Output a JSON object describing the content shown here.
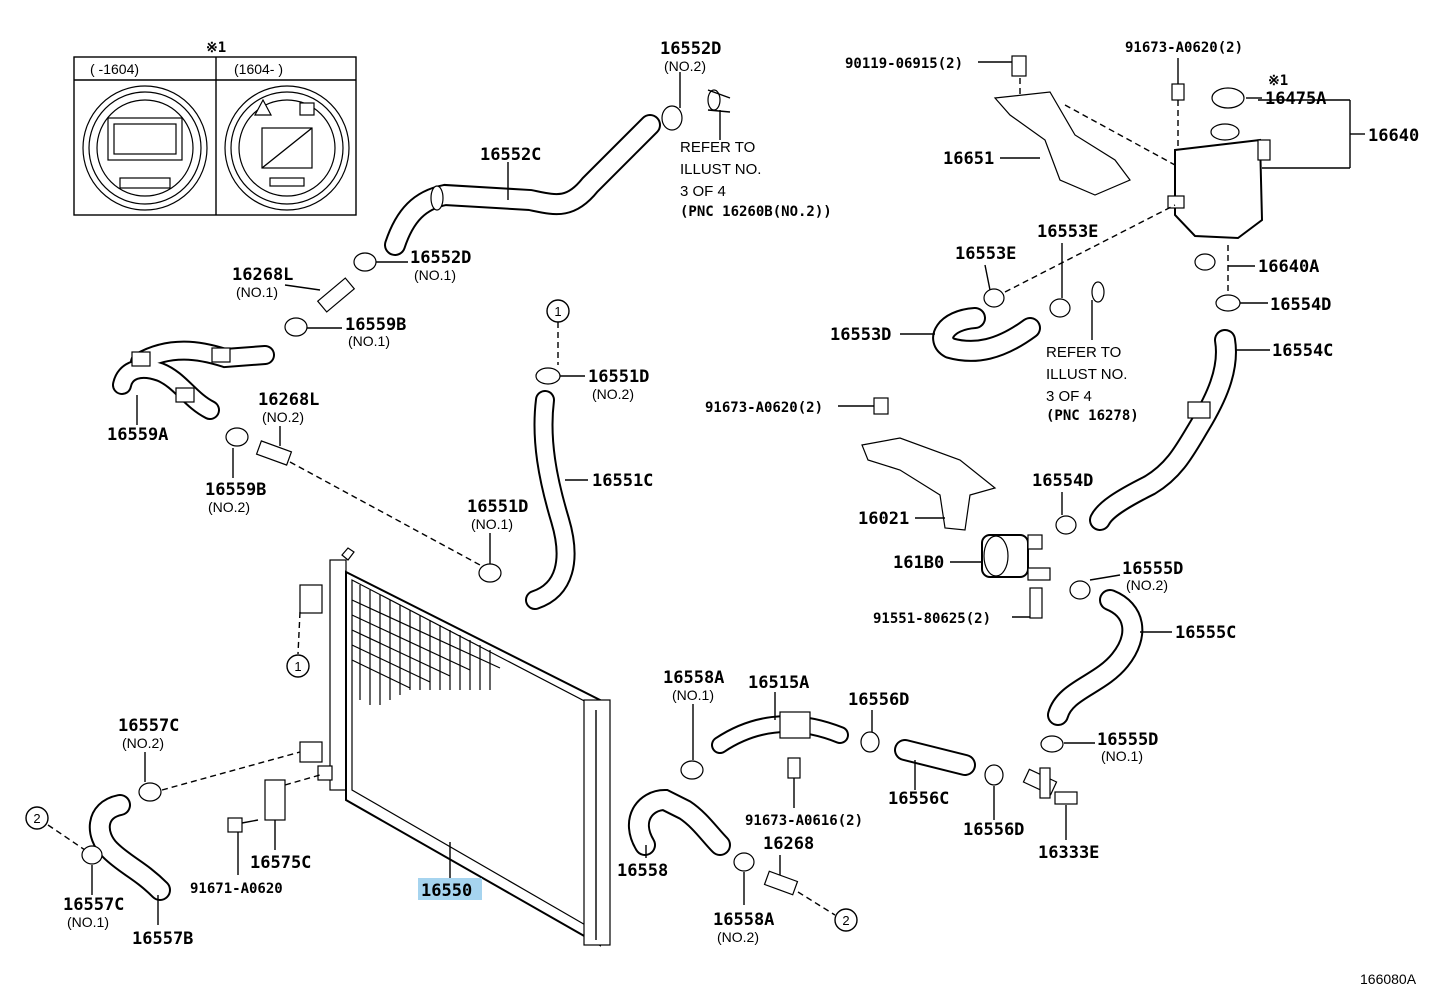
{
  "cap_inset": {
    "mark": "※1",
    "left_header": "(    -1604)",
    "right_header": "(1604-    )"
  },
  "callouts": {
    "c1": "1",
    "c2": "2"
  },
  "labels": {
    "p16552D_a": "16552D",
    "p16552D_a_sub": "(NO.2)",
    "refer_top_1": "REFER TO",
    "refer_top_2": "ILLUST NO.",
    "refer_top_3": "3 OF 4",
    "refer_top_4": "(PNC 16260B(NO.2))",
    "p16552C": "16552C",
    "p16552D_b": "16552D",
    "p16552D_b_sub": "(NO.1)",
    "p16268L_a": "16268L",
    "p16268L_a_sub": "(NO.1)",
    "p16559B_a": "16559B",
    "p16559B_a_sub": "(NO.1)",
    "p16559A": "16559A",
    "p16268L_b": "16268L",
    "p16268L_b_sub": "(NO.2)",
    "p16559B_b": "16559B",
    "p16559B_b_sub": "(NO.2)",
    "p16551D_a": "16551D",
    "p16551D_a_sub": "(NO.2)",
    "p16551C": "16551C",
    "p16551D_b": "16551D",
    "p16551D_b_sub": "(NO.1)",
    "p90119": "90119-06915(2)",
    "p91673_top": "91673-A0620(2)",
    "mark_cap": "※1",
    "p16475A": "16475A",
    "p16640": "16640",
    "p16651": "16651",
    "p16553E_a": "16553E",
    "p16553E_b": "16553E",
    "p16640A": "16640A",
    "p16554D_a": "16554D",
    "p16553D": "16553D",
    "refer_mid_1": "REFER TO",
    "refer_mid_2": "ILLUST NO.",
    "refer_mid_3": "3 OF 4",
    "refer_mid_4": "(PNC 16278)",
    "p16554C": "16554C",
    "p91673_mid": "91673-A0620(2)",
    "p16554D_b": "16554D",
    "p16021": "16021",
    "p161B0": "161B0",
    "p16555D_a": "16555D",
    "p16555D_a_sub": "(NO.2)",
    "p91551": "91551-80625(2)",
    "p16555C": "16555C",
    "p16558A_a": "16558A",
    "p16558A_a_sub": "(NO.1)",
    "p16515A": "16515A",
    "p16556D_a": "16556D",
    "p16555D_b": "16555D",
    "p16555D_b_sub": "(NO.1)",
    "p16557C_a": "16557C",
    "p16557C_a_sub": "(NO.2)",
    "p91673_0616": "91673-A0616(2)",
    "p16556C": "16556C",
    "p16556D_b": "16556D",
    "p16333E": "16333E",
    "p16268": "16268",
    "p16558": "16558",
    "p16575C": "16575C",
    "p91671": "91671-A0620",
    "p16550": "16550",
    "p16557C_b": "16557C",
    "p16557C_b_sub": "(NO.1)",
    "p16557B": "16557B",
    "p16558A_b": "16558A",
    "p16558A_b_sub": "(NO.2)",
    "diagram_id": "166080A"
  },
  "colors": {
    "highlight": "#a6d4ef",
    "ink": "#000000"
  }
}
